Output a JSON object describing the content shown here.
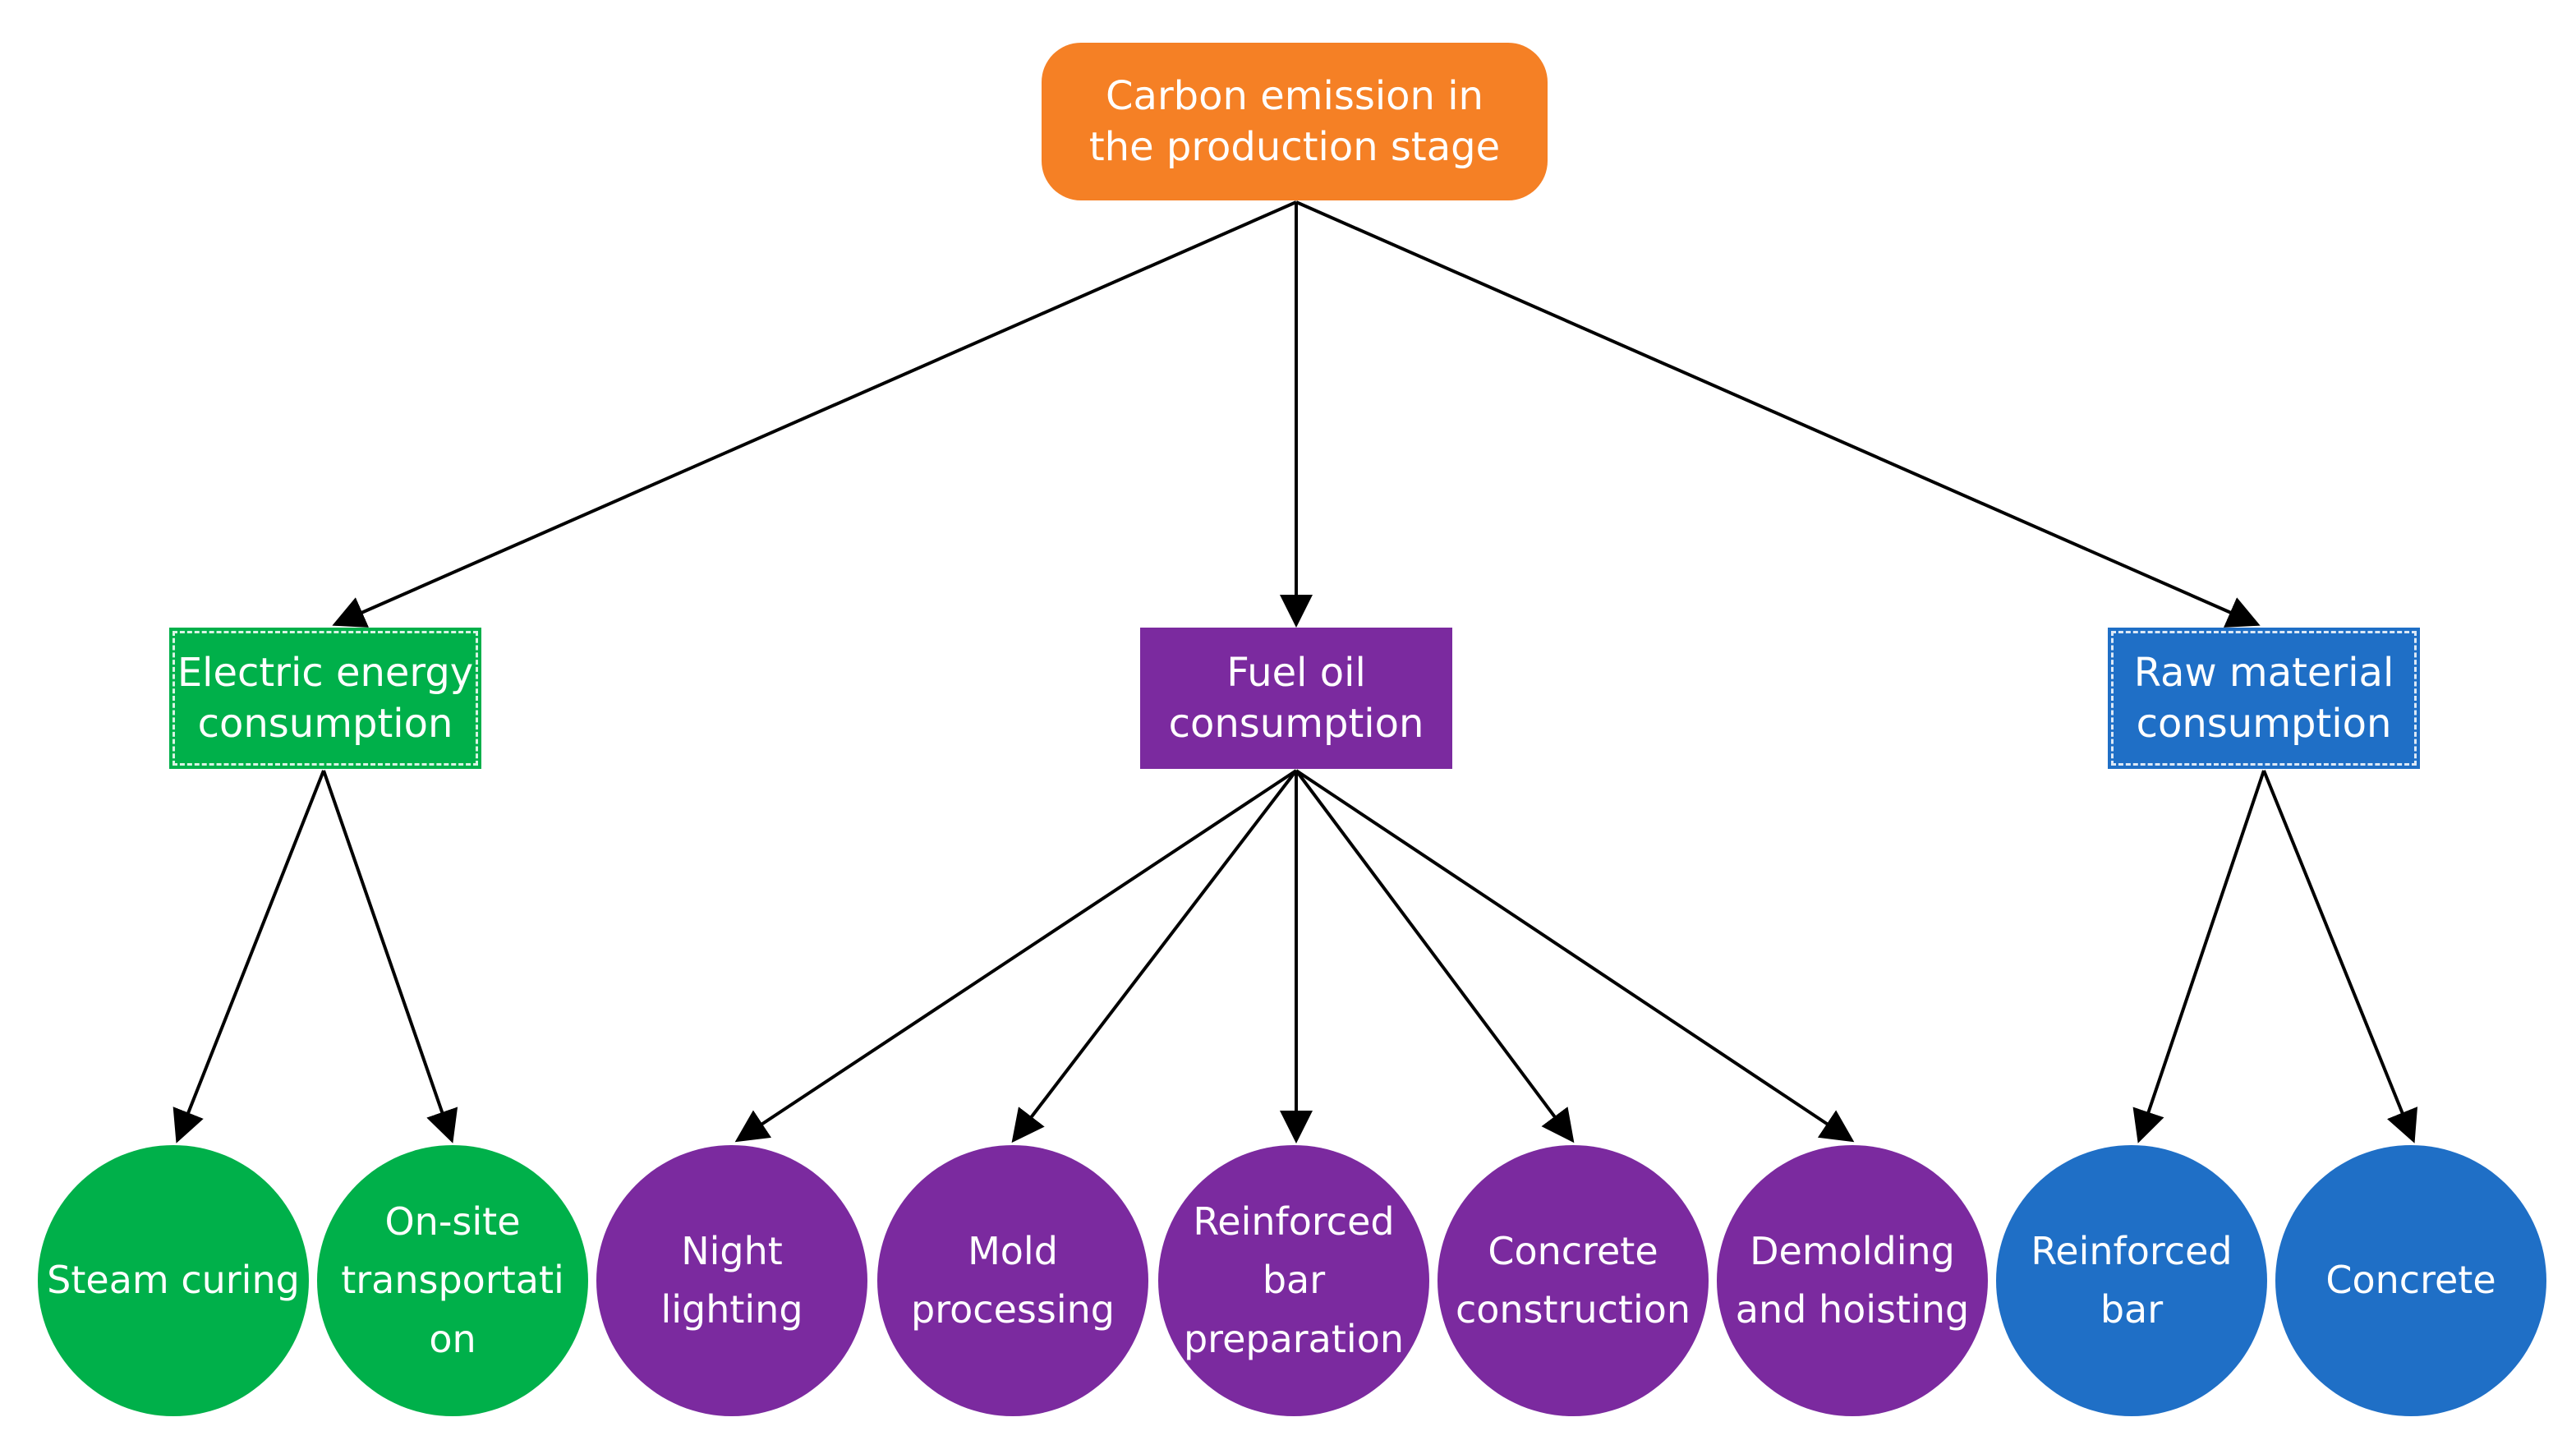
{
  "colors": {
    "root": "#f58025",
    "electric": "#00b04a",
    "fuel": "#7b2a9f",
    "raw": "#1f6fc6",
    "arrow": "#000000"
  },
  "root": {
    "line1": "Carbon emission in",
    "line2": "the production stage"
  },
  "categories": {
    "electric": {
      "line1": "Electric energy",
      "line2": "consumption"
    },
    "fuel": {
      "line1": "Fuel oil",
      "line2": "consumption"
    },
    "raw": {
      "line1": "Raw material",
      "line2": "consumption"
    }
  },
  "leaves": {
    "steam_curing": {
      "line1": "Steam curing"
    },
    "onsite_transport": {
      "line1": "On-site",
      "line2": "transportati",
      "line3": "on"
    },
    "night_lighting": {
      "line1": "Night",
      "line2": "lighting"
    },
    "mold_processing": {
      "line1": "Mold",
      "line2": "processing"
    },
    "reinforced_bar_prep": {
      "line1": "Reinforced",
      "line2": "bar",
      "line3": "preparation"
    },
    "concrete_construction": {
      "line1": "Concrete",
      "line2": "construction"
    },
    "demolding_hoisting": {
      "line1": "Demolding",
      "line2": "and hoisting"
    },
    "reinforced_bar": {
      "line1": "Reinforced",
      "line2": "bar"
    },
    "concrete": {
      "line1": "Concrete"
    }
  }
}
